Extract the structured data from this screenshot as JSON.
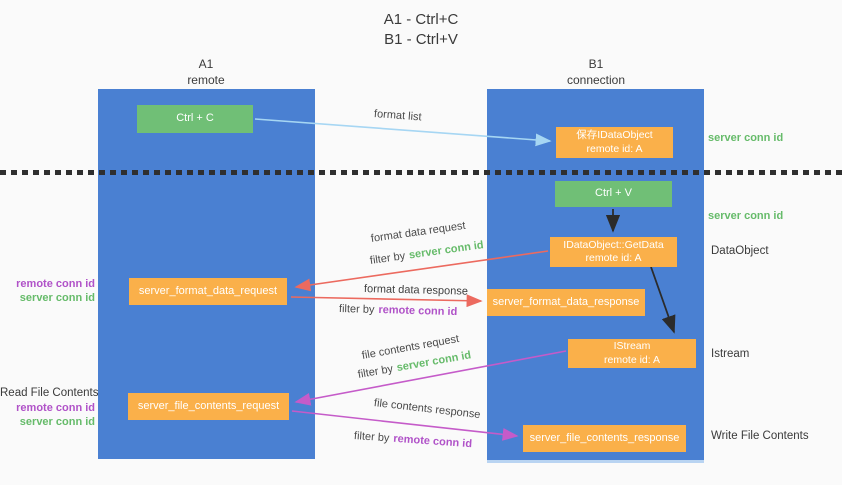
{
  "title": {
    "line1": "A1 - Ctrl+C",
    "line2": "B1 - Ctrl+V"
  },
  "lanes": {
    "a1": {
      "title": "A1",
      "subtitle": "remote"
    },
    "b1": {
      "title": "B1",
      "subtitle": "connection"
    }
  },
  "nodes": {
    "ctrl_c": {
      "label": "Ctrl + C"
    },
    "save_idataobject": {
      "line1": "保存IDataObject",
      "line2": "remote id: A"
    },
    "ctrl_v": {
      "label": "Ctrl + V"
    },
    "getdata": {
      "line1": "IDataObject::GetData",
      "line2": "remote id: A"
    },
    "server_format_data_request": {
      "label": "server_format_data_request"
    },
    "server_format_data_response": {
      "label": "server_format_data_response"
    },
    "istream": {
      "line1": "IStream",
      "line2": "remote id: A"
    },
    "server_file_contents_request": {
      "label": "server_file_contents_request"
    },
    "server_file_contents_response": {
      "label": "server_file_contents_response"
    }
  },
  "arrows": {
    "format_list": "format list",
    "format_data_request": "format data request",
    "format_data_response": "format data response",
    "file_contents_request": "file contents request",
    "file_contents_response": "file contents response",
    "filter_by": "filter by",
    "server_conn_id": "server conn id",
    "remote_conn_id": "remote conn id"
  },
  "left_labels": {
    "format_remote_conn_id": "remote conn id",
    "format_server_conn_id": "server conn id",
    "read_file_contents": "Read File Contents",
    "file_remote_conn_id": "remote conn id",
    "file_server_conn_id": "server conn id"
  },
  "right_labels": {
    "server_conn_id_top": "server conn id",
    "server_conn_id_mid": "server conn id",
    "dataobject": "DataObject",
    "istream": "Istream",
    "write_file_contents": "Write File Contents"
  },
  "colors": {
    "lane_blue": "#4a80d2",
    "node_green": "#70bf76",
    "node_orange": "#fab04a",
    "arrow_red": "#ec6a5f",
    "arrow_magenta": "#c55bc9",
    "arrow_lightblue": "#a6d6f3",
    "arrow_black": "#2b2b2b",
    "text_green": "#66bb6a",
    "text_purple": "#b052c8"
  }
}
